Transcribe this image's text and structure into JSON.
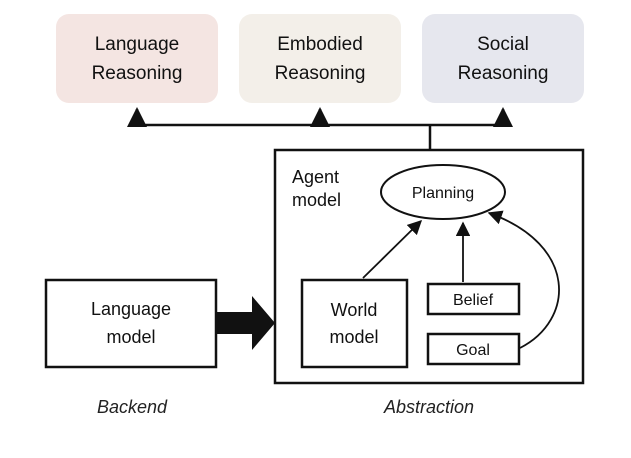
{
  "reasoning": {
    "language": {
      "line1": "Language",
      "line2": "Reasoning",
      "fill": "#f4e5e2"
    },
    "embodied": {
      "line1": "Embodied",
      "line2": "Reasoning",
      "fill": "#f3efe9"
    },
    "social": {
      "line1": "Social",
      "line2": "Reasoning",
      "fill": "#e6e7ee"
    }
  },
  "backend": {
    "box": {
      "line1": "Language",
      "line2": "model"
    },
    "caption": "Backend"
  },
  "agent": {
    "title_line1": "Agent",
    "title_line2": "model",
    "planning": "Planning",
    "world_model": {
      "line1": "World",
      "line2": "model"
    },
    "belief": "Belief",
    "goal": "Goal",
    "caption": "Abstraction"
  }
}
